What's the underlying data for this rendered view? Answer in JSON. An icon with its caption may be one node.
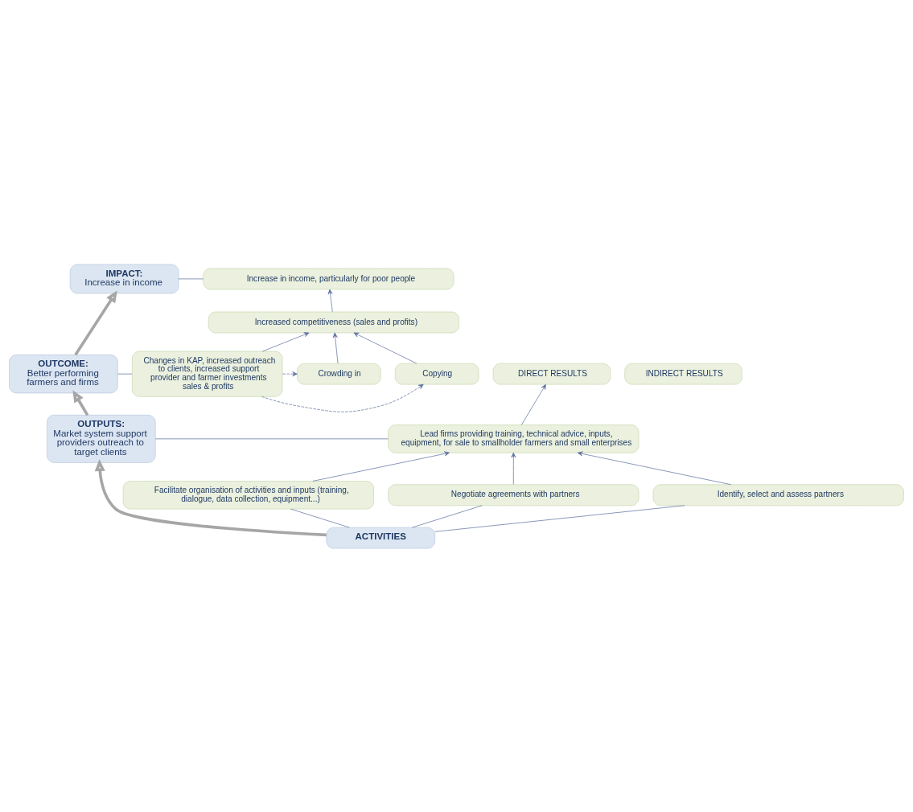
{
  "diagram": {
    "nodes": [
      {
        "text": [
          "IMPACT:",
          "Increase in income"
        ]
      },
      {
        "text": [
          "OUTCOME:",
          "Better performing farmers and firms"
        ]
      },
      {
        "text": [
          "OUTPUTS:",
          "Market system support providers outreach to target clients"
        ]
      },
      {
        "text": [
          "ACTIVITIES"
        ]
      },
      {
        "text": [
          "Increase in income, particularly for poor people"
        ]
      },
      {
        "text": [
          "Increased competitiveness (sales and profits)"
        ]
      },
      {
        "text": [
          "Changes in KAP, increased outreach to clients, increased support provider and farmer investments sales & profits"
        ]
      },
      {
        "text": [
          "Copying"
        ]
      },
      {
        "text": [
          "Crowding in"
        ]
      },
      {
        "text": [
          "DIRECT RESULTS"
        ]
      },
      {
        "text": [
          "INDIRECT RESULTS"
        ]
      },
      {
        "text": [
          "Lead firms providing training, technical advice, inputs, equipment, for sale to smallholder farmers and small enterprises"
        ]
      },
      {
        "text": [
          "Facilitate organisation of activities and inputs (training, dialogue, data collection, equipment...)"
        ]
      },
      {
        "text": [
          "Negotiate agreements with partners"
        ]
      },
      {
        "text": [
          "Identify, select and assess partners"
        ]
      }
    ],
    "edges": [
      {
        "from": 3,
        "to": 2,
        "arrow": "to",
        "style": "thick",
        "color": "#a6a6a6"
      },
      {
        "from": 2,
        "to": 1,
        "arrow": "to",
        "style": "thick",
        "color": "#a6a6a6"
      },
      {
        "from": 1,
        "to": 0,
        "arrow": "to",
        "style": "thick",
        "color": "#a6a6a6"
      },
      {
        "from": 0,
        "to": 4,
        "arrow": "none"
      },
      {
        "from": 1,
        "to": 6,
        "arrow": "none"
      },
      {
        "from": 2,
        "to": 11,
        "arrow": "none"
      },
      {
        "from": 3,
        "to": 12,
        "arrow": "none"
      },
      {
        "from": 3,
        "to": 13,
        "arrow": "none"
      },
      {
        "from": 3,
        "to": 14,
        "arrow": "none"
      },
      {
        "from": 5,
        "to": 4,
        "arrow": "to"
      },
      {
        "from": 6,
        "to": 5,
        "arrow": "to"
      },
      {
        "from": 8,
        "to": 5,
        "arrow": "to"
      },
      {
        "from": 7,
        "to": 5,
        "arrow": "to"
      },
      {
        "from": 6,
        "to": 7,
        "arrow": "to",
        "style": "dashed"
      },
      {
        "from": 6,
        "to": 8,
        "arrow": "to",
        "style": "dashed"
      },
      {
        "from": 11,
        "to": 9,
        "arrow": "to"
      },
      {
        "from": 12,
        "to": 11,
        "arrow": "to"
      },
      {
        "from": 13,
        "to": 11,
        "arrow": "to"
      },
      {
        "from": 14,
        "to": 11,
        "arrow": "to"
      }
    ]
  }
}
